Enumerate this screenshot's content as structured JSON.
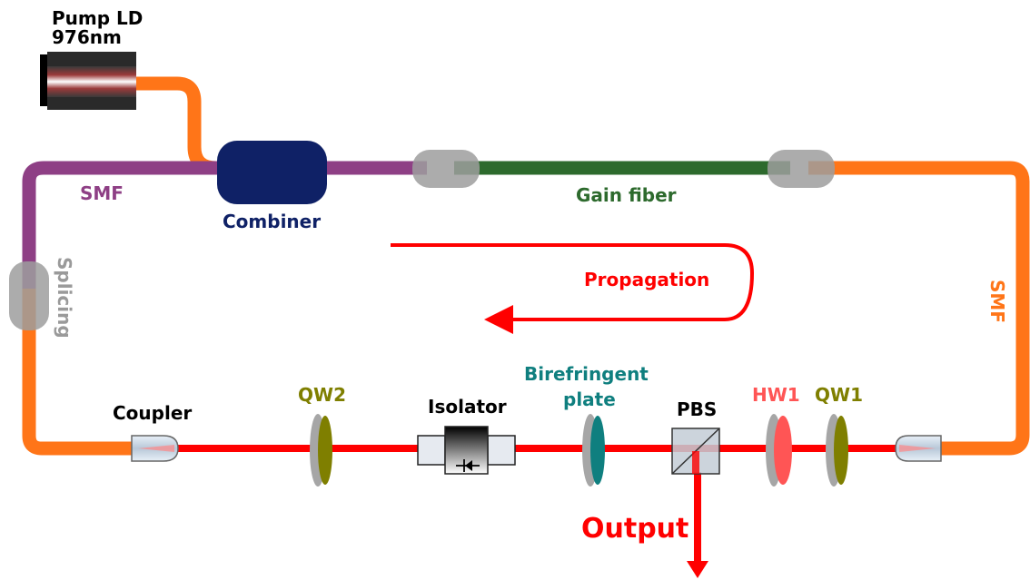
{
  "labels": {
    "pump_line1": "Pump LD",
    "pump_line2": "976nm",
    "smf_left": "SMF",
    "combiner": "Combiner",
    "gain_fiber": "Gain fiber",
    "splicing": "Splicing",
    "smf_right": "SMF",
    "propagation": "Propagation",
    "coupler": "Coupler",
    "qw2": "QW2",
    "isolator": "Isolator",
    "birefringent_line1": "Birefringent",
    "birefringent_line2": "plate",
    "pbs": "PBS",
    "hw1": "HW1",
    "qw1": "QW1",
    "output": "Output"
  },
  "colors": {
    "smf_orange": "#ff7518",
    "smf_purple": "#8e3f85",
    "gain_green": "#2d6a2d",
    "combiner_navy": "#0f2166",
    "beam_red": "#ff0000",
    "birefringent_teal": "#0f7f7f",
    "waveplate_olive": "#7f7f00",
    "hw1_pink": "#ff5555",
    "splice_gray": "#9a9a9a",
    "text_black": "#000000"
  }
}
